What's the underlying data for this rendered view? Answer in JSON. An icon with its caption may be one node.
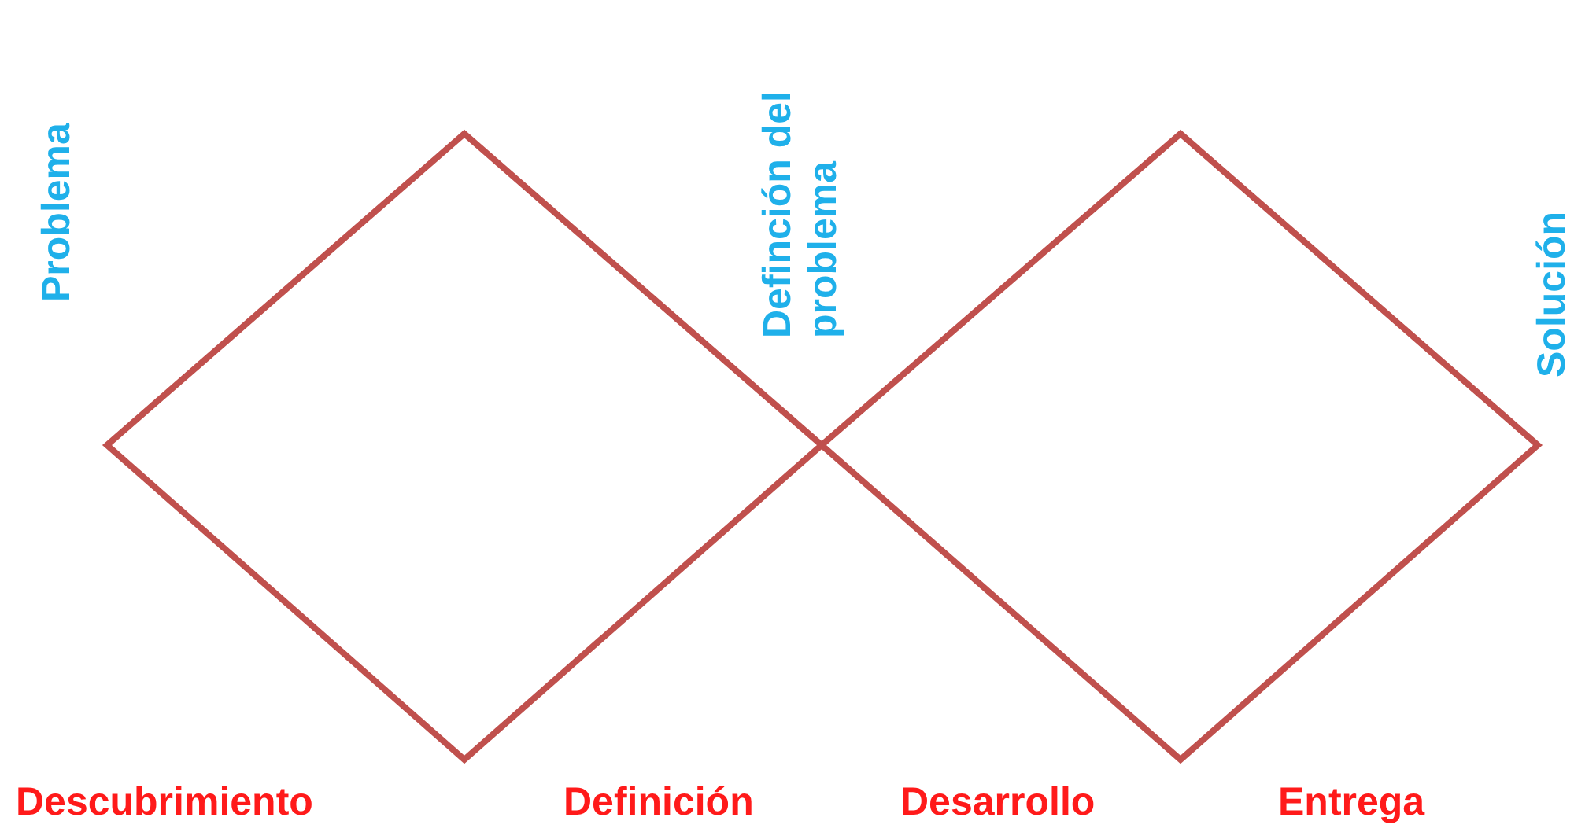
{
  "diagram": {
    "labels": [
      "Problema",
      "Definción del problema",
      "Solución",
      "Descubrimiento",
      "Definición",
      "Desarrollo",
      "Entrega"
    ]
  }
}
